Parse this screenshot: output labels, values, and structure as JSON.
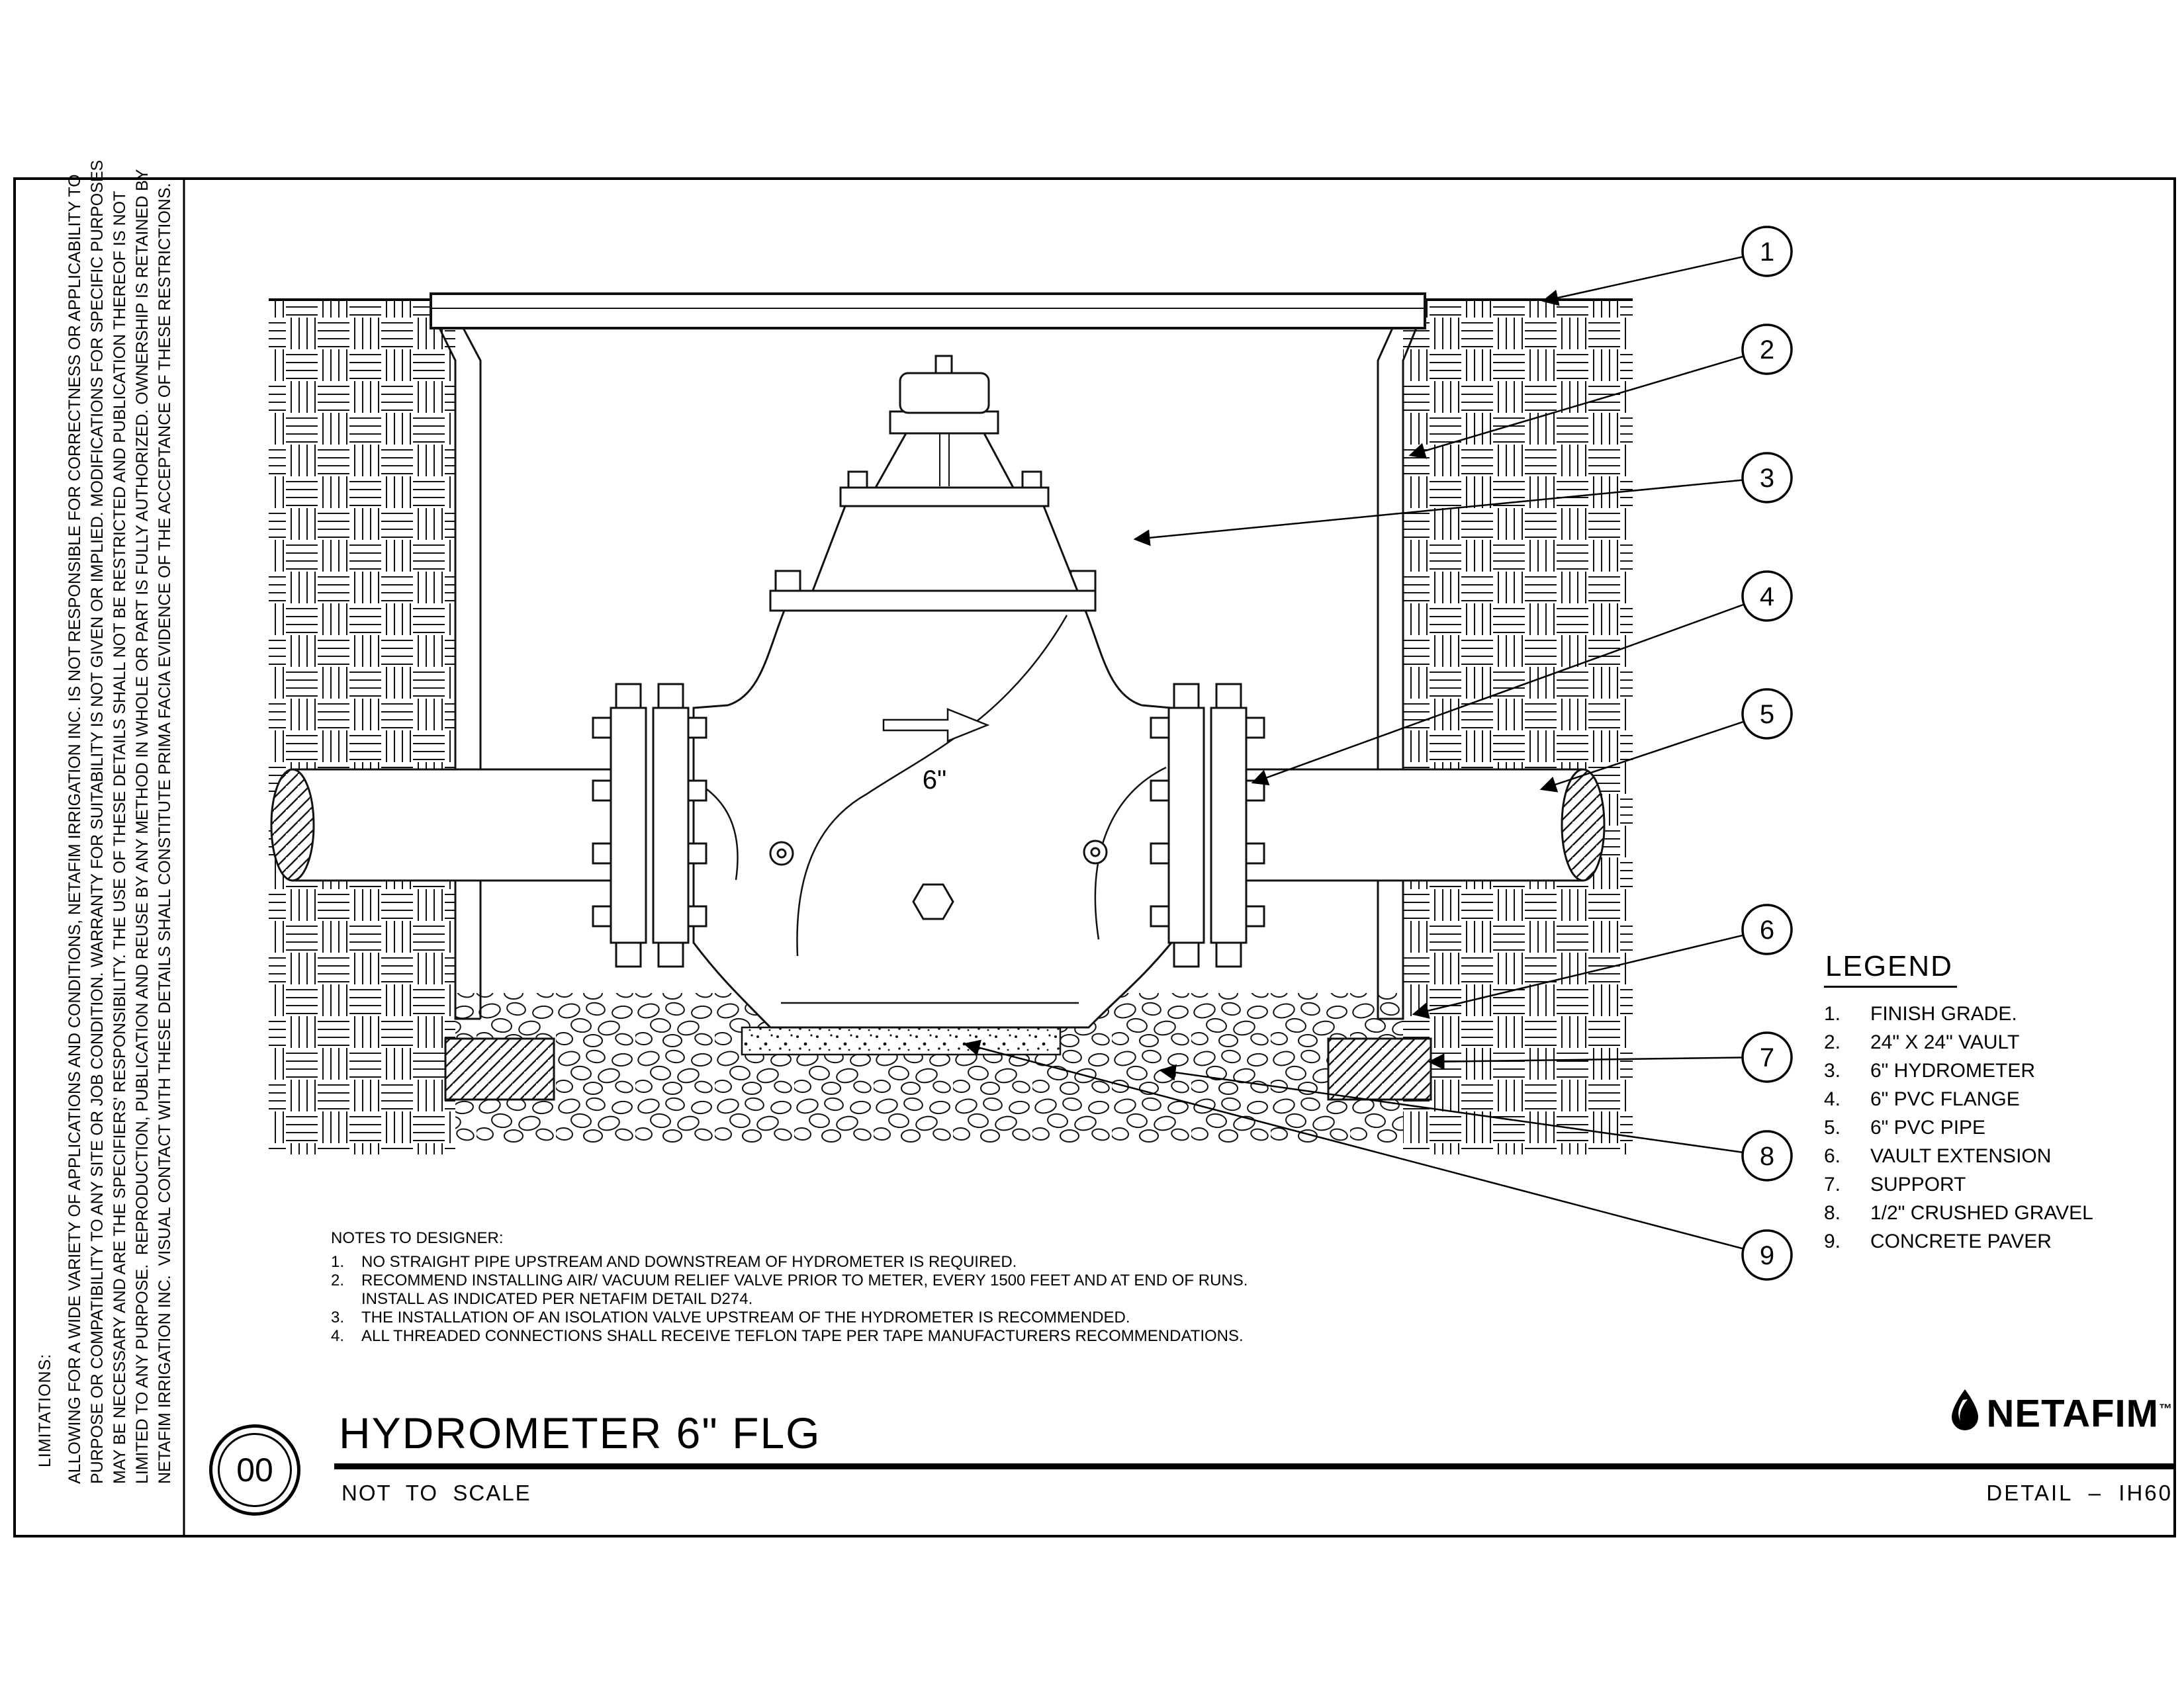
{
  "sheet": {
    "title": "HYDROMETER 6\" FLG",
    "scale_note": "NOT  TO  SCALE",
    "detail_code": "DETAIL  –  IH60",
    "detail_number": "00",
    "brand": "NETAFIM",
    "brand_tm": "™",
    "accent_color": "#000000"
  },
  "sidebar": {
    "heading": "LIMITATIONS:",
    "text": "ALLOWING FOR A WIDE VARIETY OF APPLICATIONS AND CONDITIONS, NETAFIM IRRIGATION INC. IS NOT RESPONSIBLE FOR CORRECTNESS OR APPLICABILITY TO\nPURPOSE OR COMPATIBILITY TO ANY SITE OR JOB CONDITION. WARRANTY FOR SUITABILITY IS NOT GIVEN OR IMPLIED. MODIFICATIONS FOR SPECIFIC PURPOSES\nMAY BE NECESSARY AND ARE THE SPECIFIERS' RESPONSIBILITY. THE USE OF THESE DETAILS SHALL NOT BE RESTRICTED AND PUBLICATION THEREOF IS NOT\nLIMITED TO ANY PURPOSE.  REPRODUCTION, PUBLICATION AND REUSE BY ANY METHOD IN WHOLE OR PART IS FULLY AUTHORIZED. OWNERSHIP IS RETAINED BY\nNETAFIM IRRIGATION INC.  VISUAL CONTACT WITH THESE DETAILS SHALL CONSTITUTE PRIMA FACIA EVIDENCE OF THE ACCEPTANCE OF THESE RESTRICTIONS."
  },
  "legend": {
    "heading": "LEGEND",
    "items": [
      {
        "num": "1.",
        "label": "FINISH GRADE."
      },
      {
        "num": "2.",
        "label": "24\" X 24\" VAULT"
      },
      {
        "num": "3.",
        "label": "6\" HYDROMETER"
      },
      {
        "num": "4.",
        "label": "6\" PVC FLANGE"
      },
      {
        "num": "5.",
        "label": "6\" PVC PIPE"
      },
      {
        "num": "6.",
        "label": "VAULT EXTENSION"
      },
      {
        "num": "7.",
        "label": "SUPPORT"
      },
      {
        "num": "8.",
        "label": "1/2\" CRUSHED GRAVEL"
      },
      {
        "num": "9.",
        "label": "CONCRETE PAVER"
      }
    ]
  },
  "notes": {
    "heading": "NOTES TO DESIGNER:",
    "items": [
      {
        "num": "1.",
        "text": "NO STRAIGHT PIPE UPSTREAM AND DOWNSTREAM OF HYDROMETER IS REQUIRED."
      },
      {
        "num": "2.",
        "text": "RECOMMEND INSTALLING AIR/ VACUUM RELIEF VALVE PRIOR TO METER, EVERY 1500 FEET AND AT END OF RUNS.\nINSTALL AS INDICATED PER NETAFIM DETAIL D274."
      },
      {
        "num": "3.",
        "text": "THE INSTALLATION OF AN ISOLATION VALVE UPSTREAM OF THE HYDROMETER IS RECOMMENDED."
      },
      {
        "num": "4.",
        "text": "ALL THREADED CONNECTIONS SHALL RECEIVE TEFLON TAPE PER TAPE MANUFACTURERS RECOMMENDATIONS."
      }
    ]
  },
  "drawing": {
    "size_label": "6\"",
    "callouts": [
      "1",
      "2",
      "3",
      "4",
      "5",
      "6",
      "7",
      "8",
      "9"
    ]
  }
}
